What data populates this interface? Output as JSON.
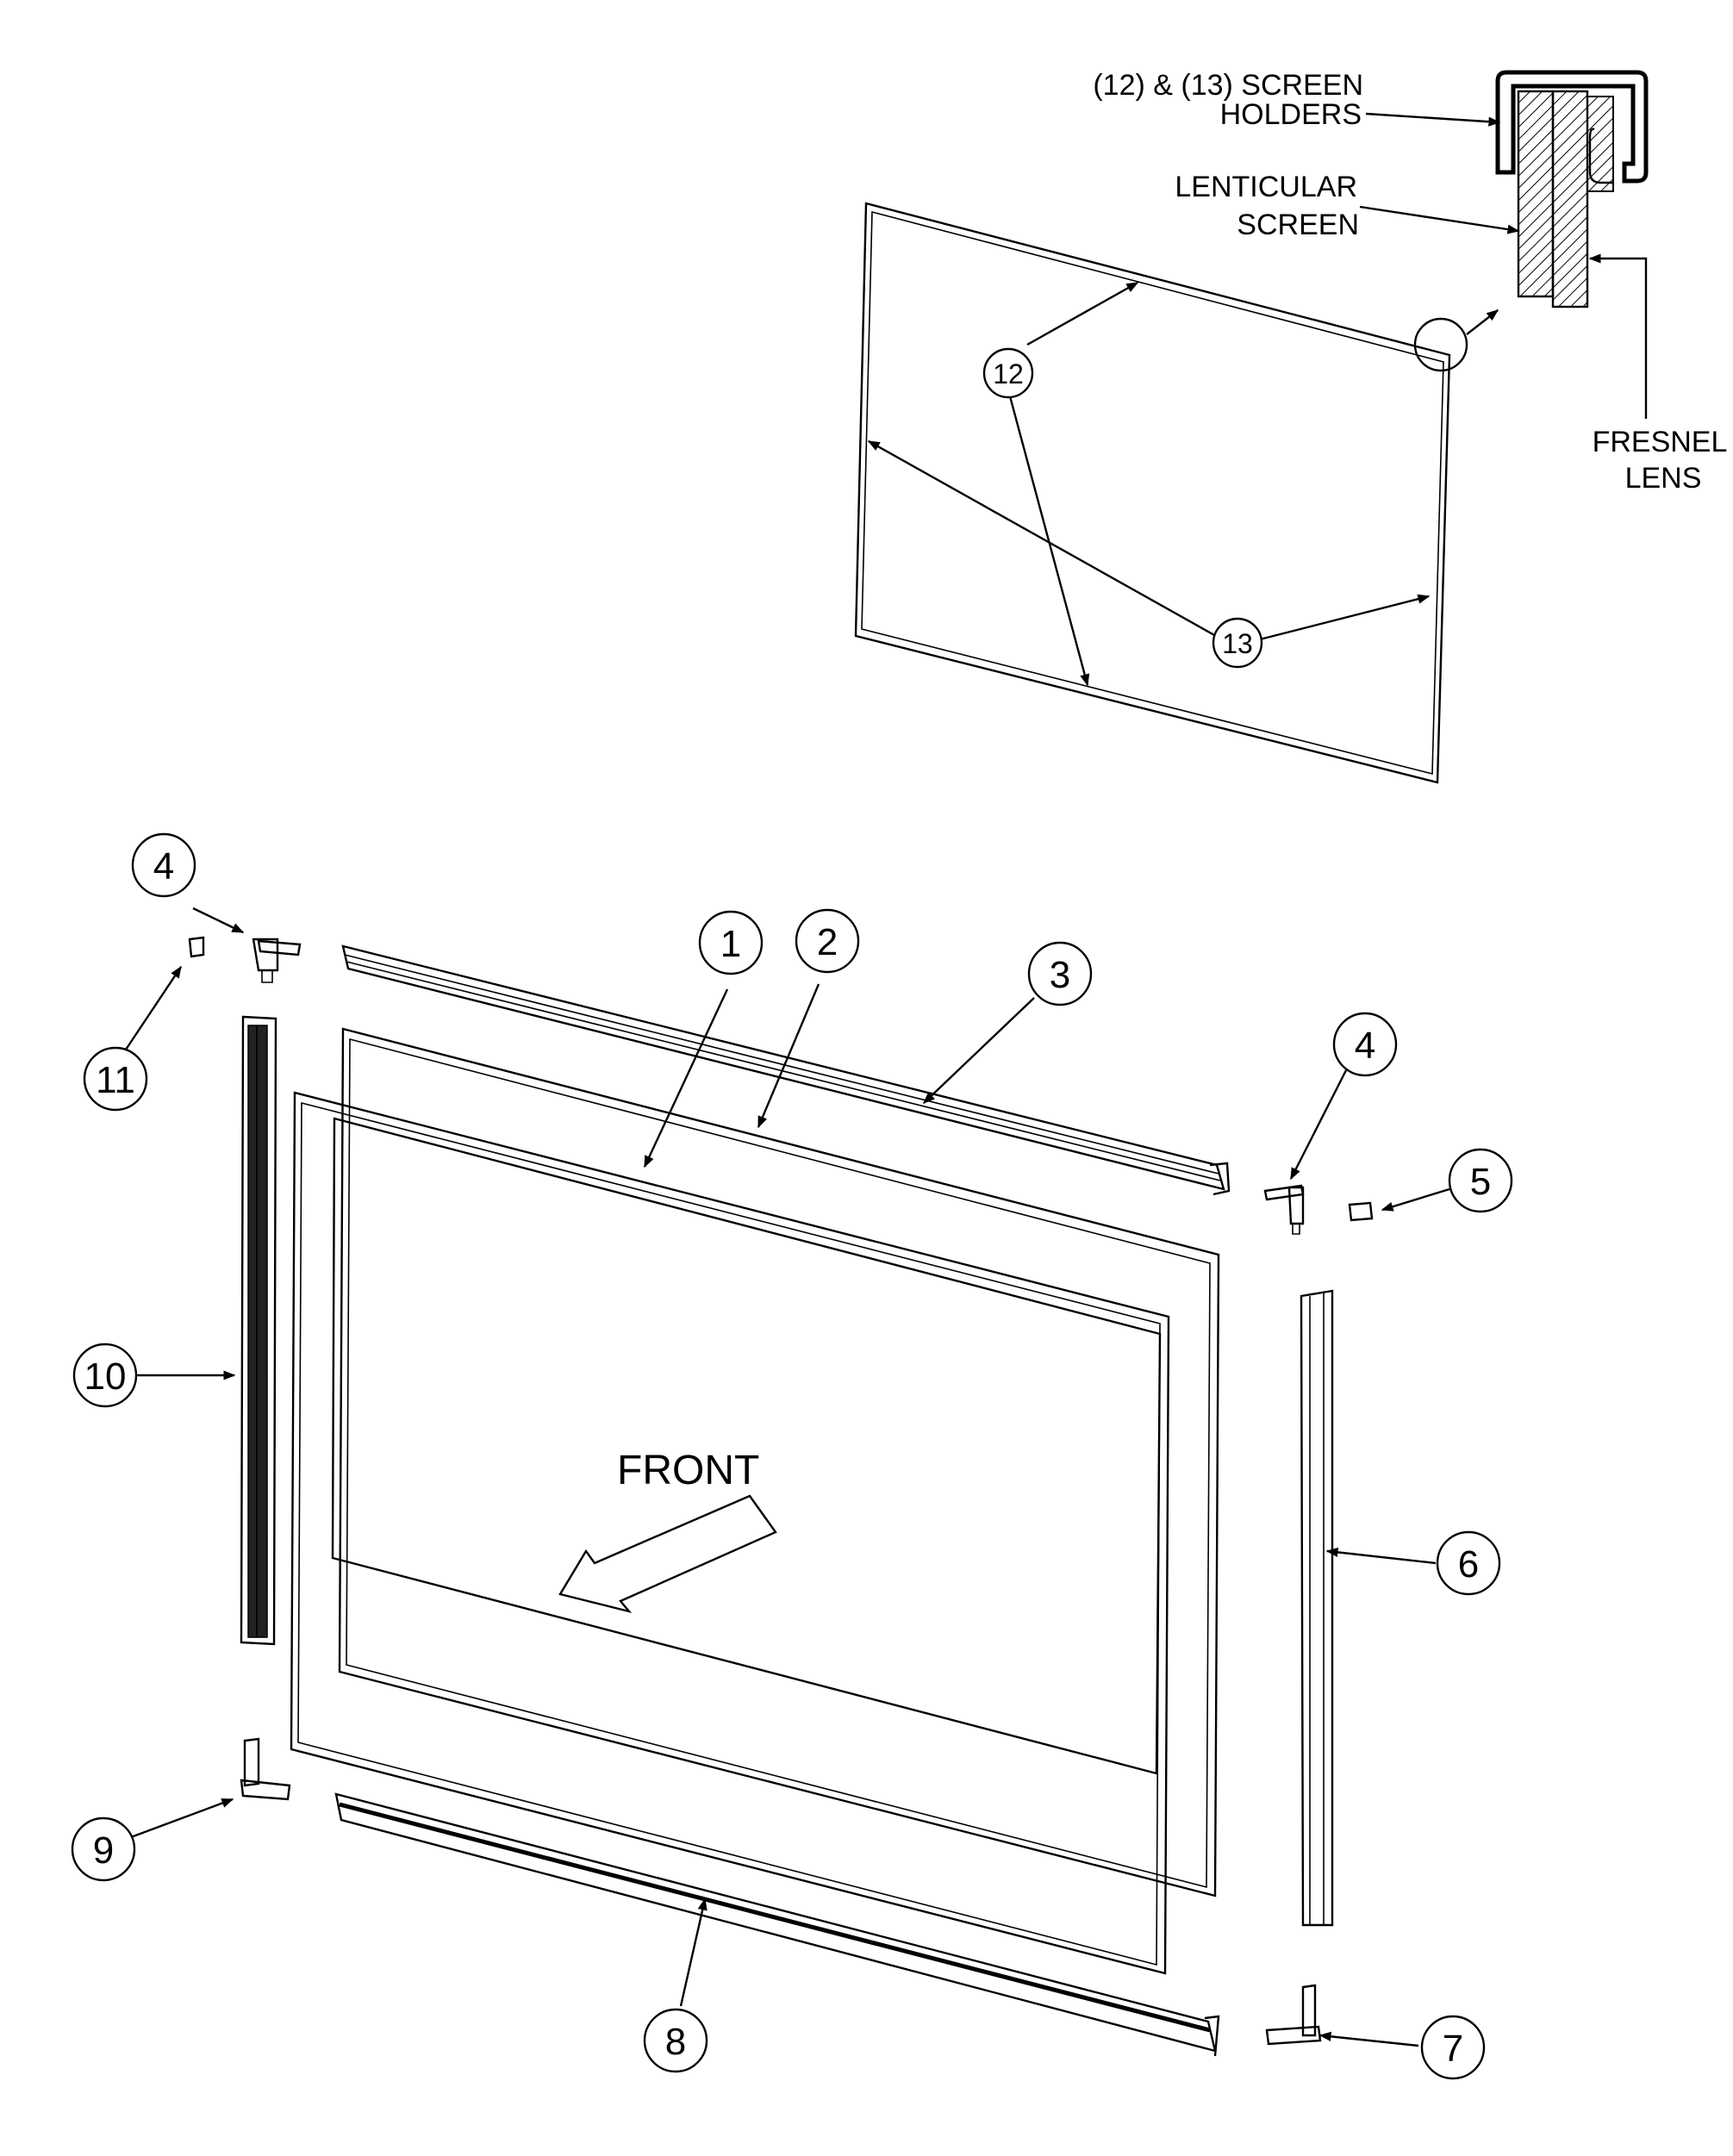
{
  "callouts": {
    "holders_line1": "(12) & (13) SCREEN",
    "holders_line2": "HOLDERS",
    "lenticular_line1": "LENTICULAR",
    "lenticular_line2": "SCREEN",
    "fresnel_line1": "FRESNEL",
    "fresnel_line2": "LENS",
    "front": "FRONT"
  },
  "parts": {
    "p1": "1",
    "p2": "2",
    "p3": "3",
    "p4a": "4",
    "p4b": "4",
    "p5": "5",
    "p6": "6",
    "p7": "7",
    "p8": "8",
    "p9": "9",
    "p10": "10",
    "p11": "11",
    "p12": "12",
    "p13": "13"
  }
}
